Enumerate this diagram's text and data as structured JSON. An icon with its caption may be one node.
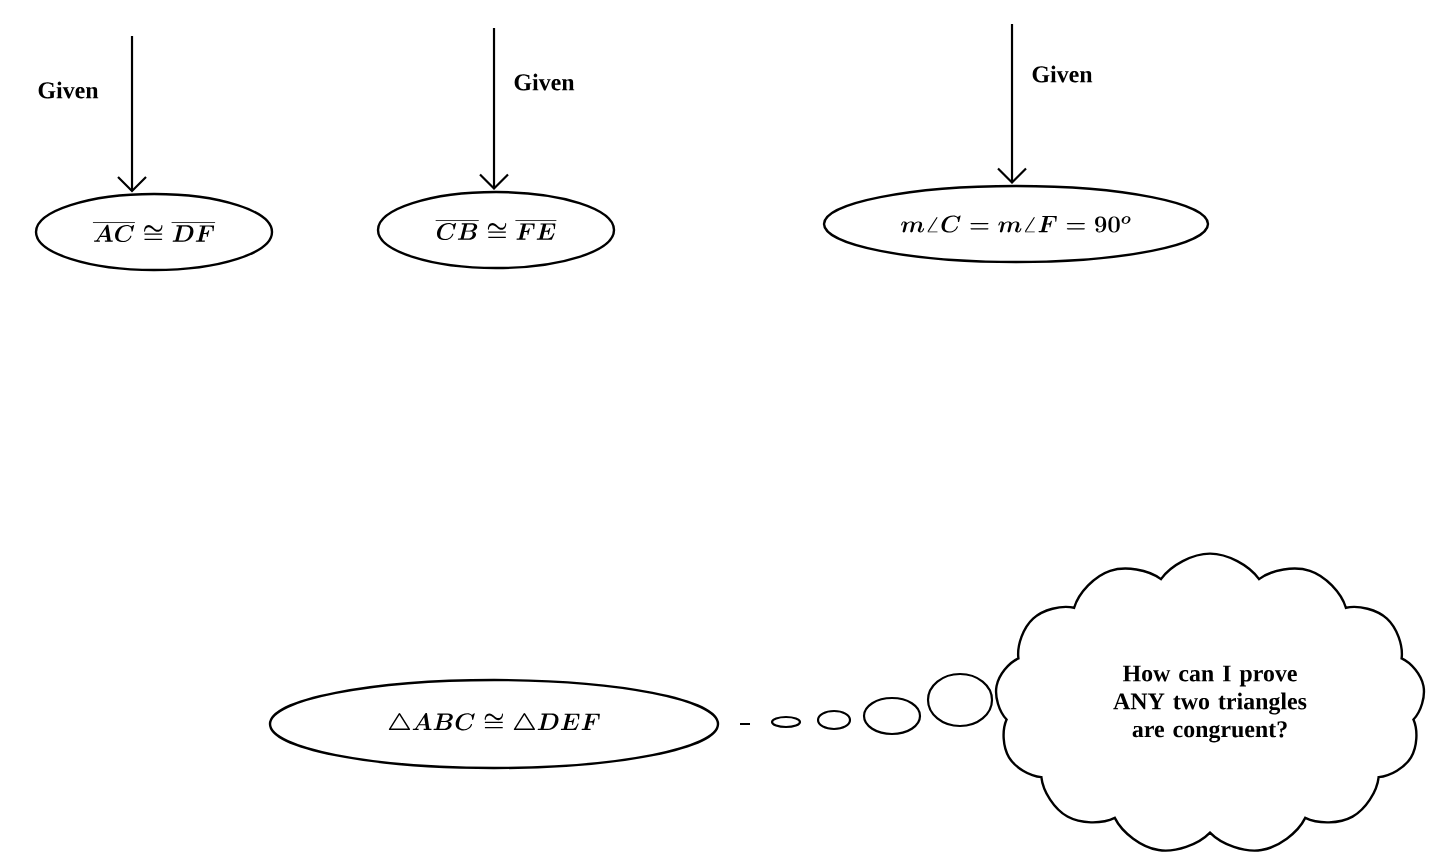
{
  "diagram": {
    "nodes": [
      {
        "text": [
          "\\overline{AC}\\cong\\overline{DF}"
        ]
      },
      {
        "text": [
          "\\overline{CB}\\cong\\overline{FE}"
        ]
      },
      {
        "text": [
          "m\\angle C=m\\angle F=90^{o}"
        ]
      },
      {
        "text": [
          "\\triangle ABC\\cong\\triangle DEF"
        ]
      },
      {
        "text": [
          "How can I prove ANY two triangles are congruent?"
        ]
      }
    ],
    "edges": [
      {
        "from": null,
        "to": 0,
        "arrow": "to",
        "label": "Given"
      },
      {
        "from": null,
        "to": 1,
        "arrow": "to",
        "label": "Given"
      },
      {
        "from": null,
        "to": 2,
        "arrow": "to",
        "label": "Given"
      }
    ]
  }
}
